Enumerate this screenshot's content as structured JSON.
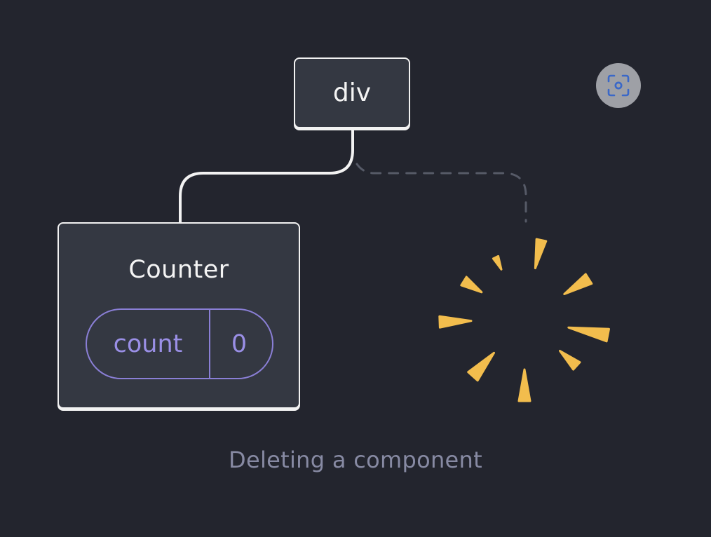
{
  "diagram": {
    "root_node": {
      "label": "div"
    },
    "child_node": {
      "label": "Counter",
      "state": {
        "name": "count",
        "value": "0"
      }
    },
    "removed_child": {
      "status": "deleting"
    },
    "caption": "Deleting a component"
  },
  "controls": {
    "focus_button": {
      "icon": "scan-focus-icon"
    }
  },
  "colors": {
    "background": "#23252e",
    "node_fill": "#343842",
    "node_border": "#f2f2f2",
    "state_purple": "#8a7fd6",
    "burst_yellow": "#f2bd4d",
    "caption_gray": "#878aa3",
    "button_gray": "#9ea0a6",
    "icon_blue": "#3a68c8"
  }
}
